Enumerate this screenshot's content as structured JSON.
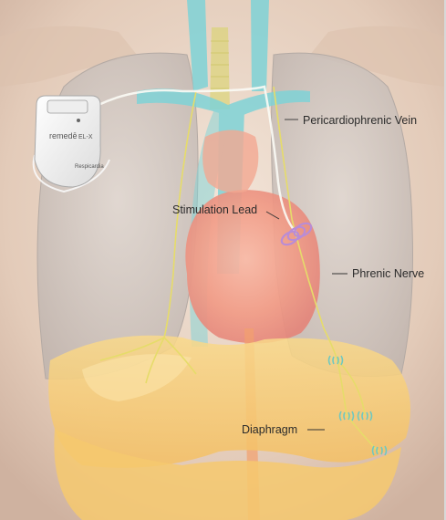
{
  "labels": {
    "pericardiophrenic_vein": "Pericardiophrenic Vein",
    "stimulation_lead": "Stimulation Lead",
    "phrenic_nerve": "Phrenic Nerve",
    "diaphragm": "Diaphragm"
  },
  "device": {
    "brand": "remedē",
    "model": "EL-X",
    "maker": "Respicardia"
  },
  "colors": {
    "torso": "#ead7c7",
    "lung": "#cfc8c4",
    "heart": "#f3a08b",
    "vessel": "#7fd3d7",
    "diaphragm": "#f7cf78",
    "nerve": "#e6dc6a",
    "electrode": "#b98cd6"
  }
}
